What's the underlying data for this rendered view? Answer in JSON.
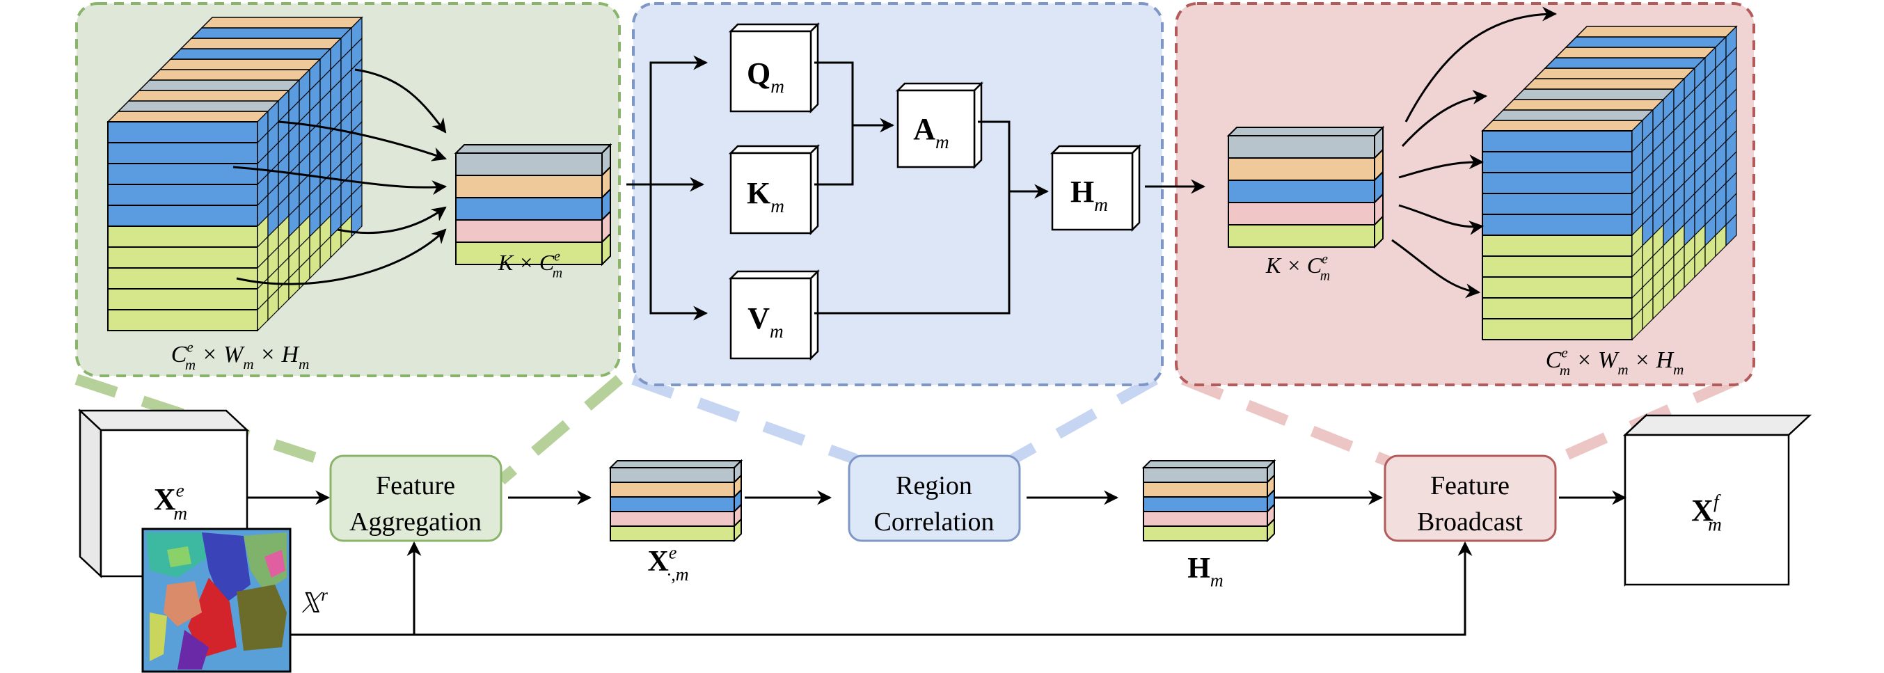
{
  "panels": {
    "aggregation": {
      "color_fill": "#dfe8d8",
      "color_border": "#8ab46a"
    },
    "correlation": {
      "color_fill": "#dde6f7",
      "color_border": "#7f97c6"
    },
    "broadcast": {
      "color_fill": "#f0d4d4",
      "color_border": "#b35a5a"
    }
  },
  "labels": {
    "agg_in_dims": {
      "base": "C",
      "sup": "e",
      "sub": "m",
      "rest": " × W",
      "rest_sub": "m",
      "rest2": " × H",
      "rest2_sub": "m"
    },
    "agg_out_dims": {
      "base": "K × C",
      "sup": "e",
      "sub": "m"
    },
    "bc_in_dims": {
      "base": "K × C",
      "sup": "e",
      "sub": "m"
    },
    "bc_out_dims": {
      "base": "C",
      "sup": "e",
      "sub": "m",
      "rest": " × W",
      "rest_sub": "m",
      "rest2": " × H",
      "rest2_sub": "m"
    },
    "q": {
      "base": "Q",
      "sub": "m"
    },
    "k": {
      "base": "K",
      "sub": "m"
    },
    "v": {
      "base": "V",
      "sub": "m"
    },
    "a": {
      "base": "A",
      "sub": "m"
    },
    "h_top": {
      "base": "H",
      "sub": "m"
    },
    "x_in": {
      "base": "X",
      "sup": "e",
      "sub": "m"
    },
    "x_agg": {
      "base": "X",
      "sup": "e",
      "sub": "·,m"
    },
    "h_bottom": {
      "base": "H",
      "sub": "m"
    },
    "x_out": {
      "base": "X",
      "sup": "f",
      "sub": "m"
    },
    "xr": {
      "base": "𝕏",
      "sup": "r"
    }
  },
  "modules": {
    "aggregation": {
      "line1": "Feature",
      "line2": "Aggregation",
      "fill": "#dfebd6",
      "stroke": "#8ab46a"
    },
    "correlation": {
      "line1": "Region",
      "line2": "Correlation",
      "fill": "#dce7f8",
      "stroke": "#7f97c6"
    },
    "broadcast": {
      "line1": "Feature",
      "line2": "Broadcast",
      "fill": "#f3dede",
      "stroke": "#b35a5a"
    }
  },
  "stripe_colors": [
    "#b8c4cc",
    "#f0c99a",
    "#5b9bdf",
    "#f1c6c6",
    "#d6e68a"
  ]
}
